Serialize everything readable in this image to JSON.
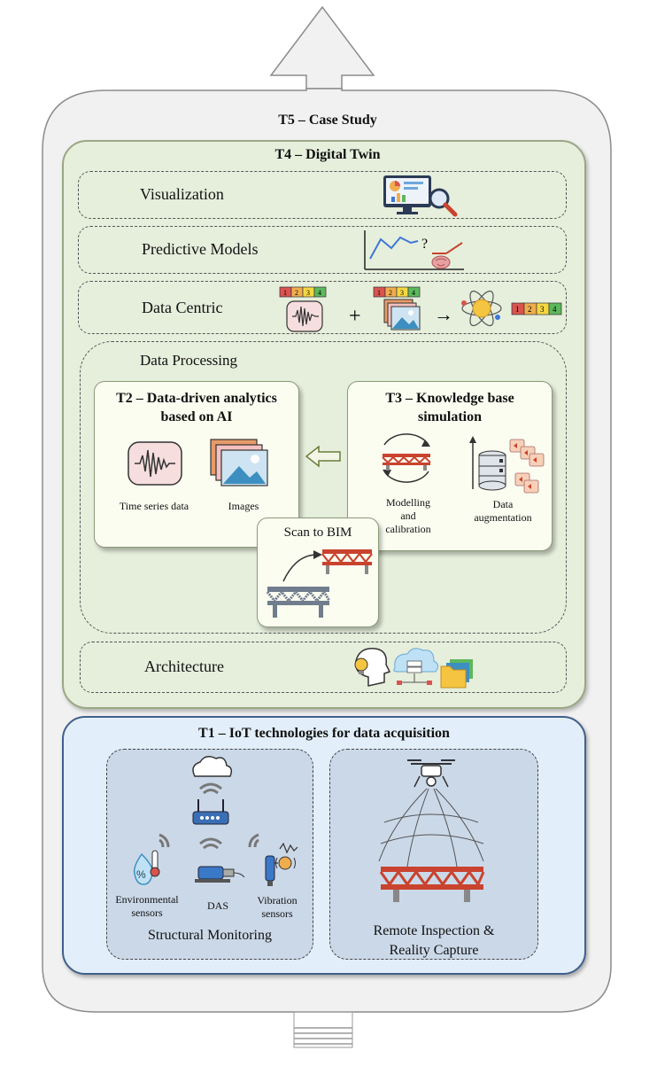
{
  "t5": {
    "title": "T5 – Case Study"
  },
  "t4": {
    "title": "T4 – Digital Twin",
    "visualization": "Visualization",
    "predictive_models": "Predictive Models",
    "data_centric": {
      "label": "Data Centric",
      "scale": [
        "1",
        "2",
        "3",
        "4"
      ],
      "plus": "+",
      "arrow": "→"
    },
    "data_processing": "Data Processing",
    "t2": {
      "title_line1": "T2 – Data-driven analytics",
      "title_line2": "based on AI",
      "time_series": "Time series data",
      "images": "Images"
    },
    "t3": {
      "title_line1": "T3 – Knowledge base",
      "title_line2": "simulation",
      "modelling_1": "Modelling",
      "modelling_2": "and",
      "modelling_3": "calibration",
      "augmentation_1": "Data",
      "augmentation_2": "augmentation"
    },
    "scan_to_bim": "Scan to BIM",
    "architecture": "Architecture",
    "question_mark": "?"
  },
  "t1": {
    "title": "T1 – IoT technologies for data acquisition",
    "structural": {
      "label": "Structural Monitoring",
      "env_1": "Environmental",
      "env_2": "sensors",
      "das": "DAS",
      "vib_1": "Vibration",
      "vib_2": "sensors",
      "percent": "%"
    },
    "remote": {
      "line1": "Remote Inspection &",
      "line2": "Reality Capture"
    }
  },
  "colors": {
    "scale": [
      "#d9534f",
      "#f0ad4e",
      "#f5d742",
      "#5cb85c"
    ],
    "accent_red": "#c9432e",
    "green_panel": "#e6eedc",
    "blue_panel": "#e2eef9"
  },
  "icons": [
    "dashboard-monitor-icon",
    "trend-chart-icon",
    "brain-icon",
    "waveform-icon",
    "image-stack-icon",
    "atom-icon",
    "bridge-icon",
    "database-icon",
    "audio-files-icon",
    "cloud-icon",
    "router-icon",
    "wifi-icon",
    "drone-icon",
    "lightbulb-head-icon",
    "cloud-server-icon",
    "folder-icon",
    "das-sensor-icon",
    "accelerometer-icon",
    "humidity-thermometer-icon"
  ]
}
